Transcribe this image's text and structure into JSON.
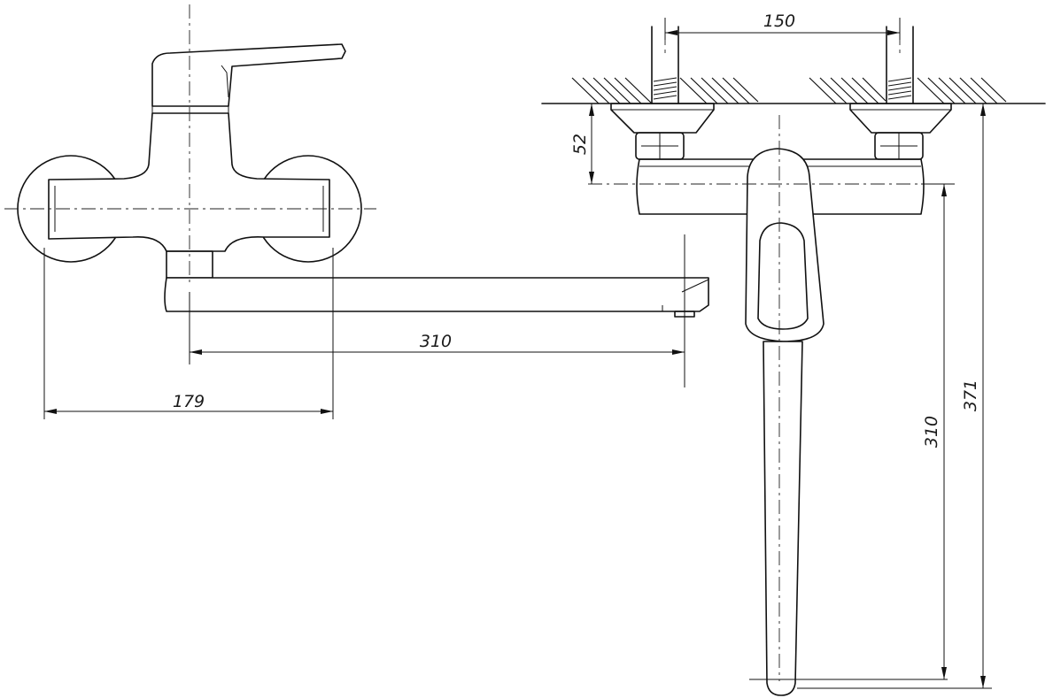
{
  "dimensions": {
    "inlet_spacing": "150",
    "inlet_depth": "52",
    "spout_reach_front": "310",
    "body_width": "179",
    "spout_length_side": "310",
    "overall_height": "371"
  }
}
